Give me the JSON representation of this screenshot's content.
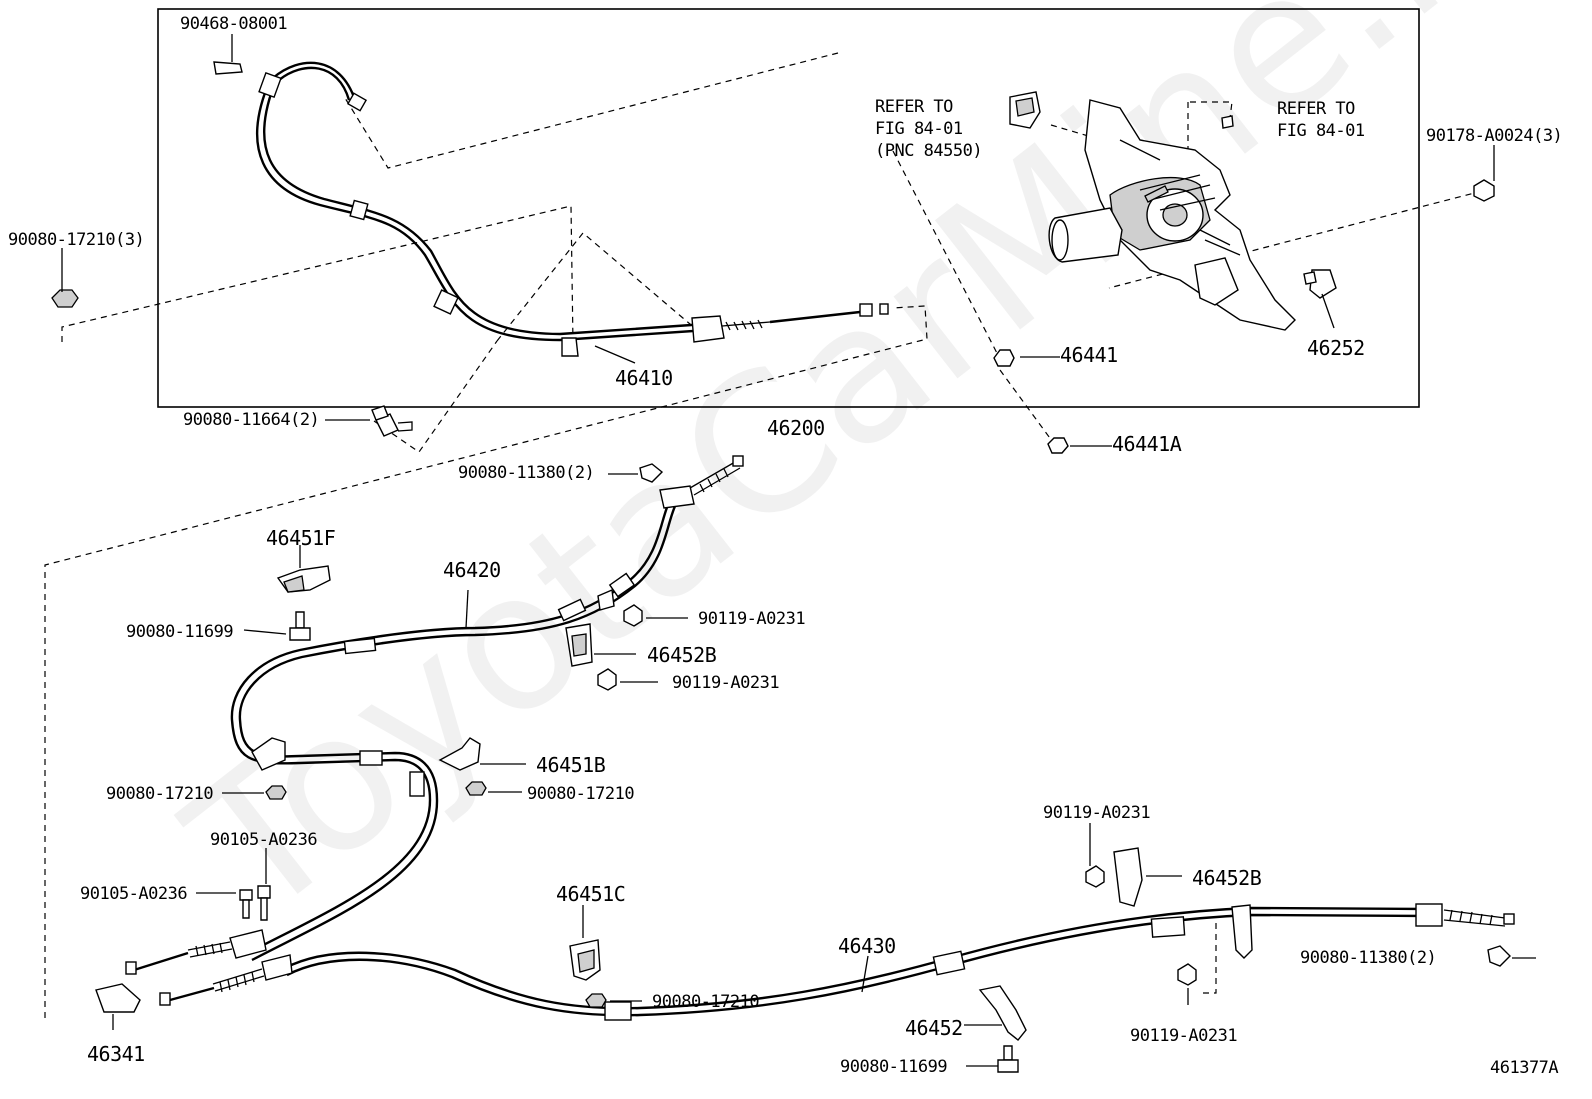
{
  "watermark": "ToyotaCarMine.ru",
  "figure_code": "461377A",
  "parts": {
    "p90468_08001": "90468-08001",
    "p90080_17210_3": "90080-17210(3)",
    "p90080_11664_2": "90080-11664(2)",
    "p46410": "46410",
    "p46200": "46200",
    "p46441": "46441",
    "p46441A": "46441A",
    "p46252": "46252",
    "p90178_A0024_3": "90178-A0024(3)",
    "p90080_11380_2_top": "90080-11380(2)",
    "p46451F": "46451F",
    "p46420": "46420",
    "p90080_11699_left": "90080-11699",
    "p90119_A0231_a": "90119-A0231",
    "p46452B_mid": "46452B",
    "p90119_A0231_b": "90119-A0231",
    "p46451B": "46451B",
    "p90080_17210_left": "90080-17210",
    "p90080_17210_mid": "90080-17210",
    "p90105_A0236_top": "90105-A0236",
    "p90105_A0236_left": "90105-A0236",
    "p46451C": "46451C",
    "p90080_17210_bottom": "90080-17210",
    "p46341": "46341",
    "p46430": "46430",
    "p46452": "46452",
    "p90080_11699_bottom": "90080-11699",
    "p90119_A0231_c": "90119-A0231",
    "p46452B_right": "46452B",
    "p90119_A0231_d": "90119-A0231",
    "p90080_11380_2_right": "90080-11380(2)"
  },
  "refer_left": {
    "line1": "REFER TO",
    "line2": "FIG 84-01",
    "line3": "(PNC 84550)"
  },
  "refer_right": {
    "line1": "REFER TO",
    "line2": "FIG 84-01"
  }
}
